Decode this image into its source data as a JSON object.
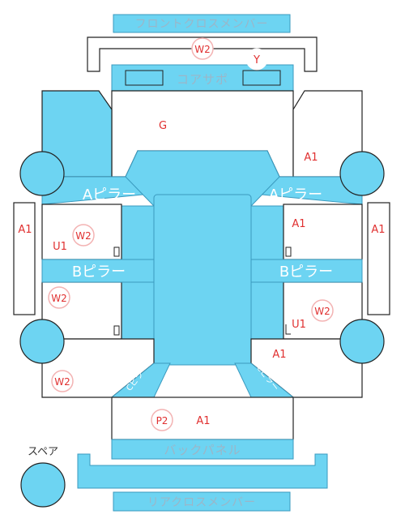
{
  "colors": {
    "panel_fill": "#6dd4f2",
    "panel_stroke": "#3a9abf",
    "outline": "#222222",
    "mark_red": "#e03030",
    "mark_circle": "#f3b3b3"
  },
  "labels": {
    "front_cross_member": "フロントクロスメンバー",
    "core_support": "コアサポ",
    "a_pillar_left": "Aピラー",
    "a_pillar_right": "Aピラー",
    "b_pillar_left": "Bピラー",
    "b_pillar_right": "Bピラー",
    "back_panel": "バックパネル",
    "rear_cross_member": "リアクロスメンバー",
    "spare": "スペア",
    "c_pillar_left": "Cピラー",
    "c_pillar_right": "Cピラー"
  },
  "marks": {
    "front_bumper_w2": "W2",
    "front_y": "Y",
    "hood_g": "G",
    "fender_right_a1": "A1",
    "door_left_a1": "A1",
    "door_right_a1": "A1",
    "front_door_left_w2": "W2",
    "front_door_left_u1": "U1",
    "front_door_right_a1": "A1",
    "rear_door_left_w2": "W2",
    "rear_door_right_w2": "W2",
    "rear_door_right_u1": "U1",
    "quarter_right_a1": "A1",
    "quarter_left_w2": "W2",
    "trunk_p2": "P2",
    "trunk_a1": "A1"
  }
}
